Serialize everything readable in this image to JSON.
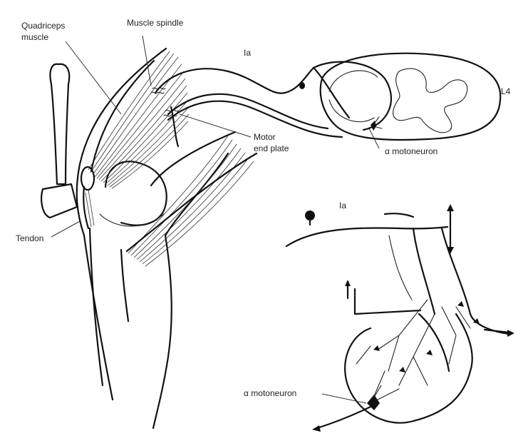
{
  "labels": {
    "quadriceps_line1": "Quadriceps",
    "quadriceps_line2": "muscle",
    "muscle_spindle": "Muscle spindle",
    "ia_top": "Ia",
    "l4": "L4",
    "motor_line1": "Motor",
    "motor_line2": "end plate",
    "alpha_motoneuron_top": "α motoneuron",
    "tendon": "Tendon",
    "ia_inset": "Ia",
    "alpha_motoneuron_inset": "α motoneuron"
  },
  "colors": {
    "ink": "#111111",
    "background": "#ffffff"
  }
}
